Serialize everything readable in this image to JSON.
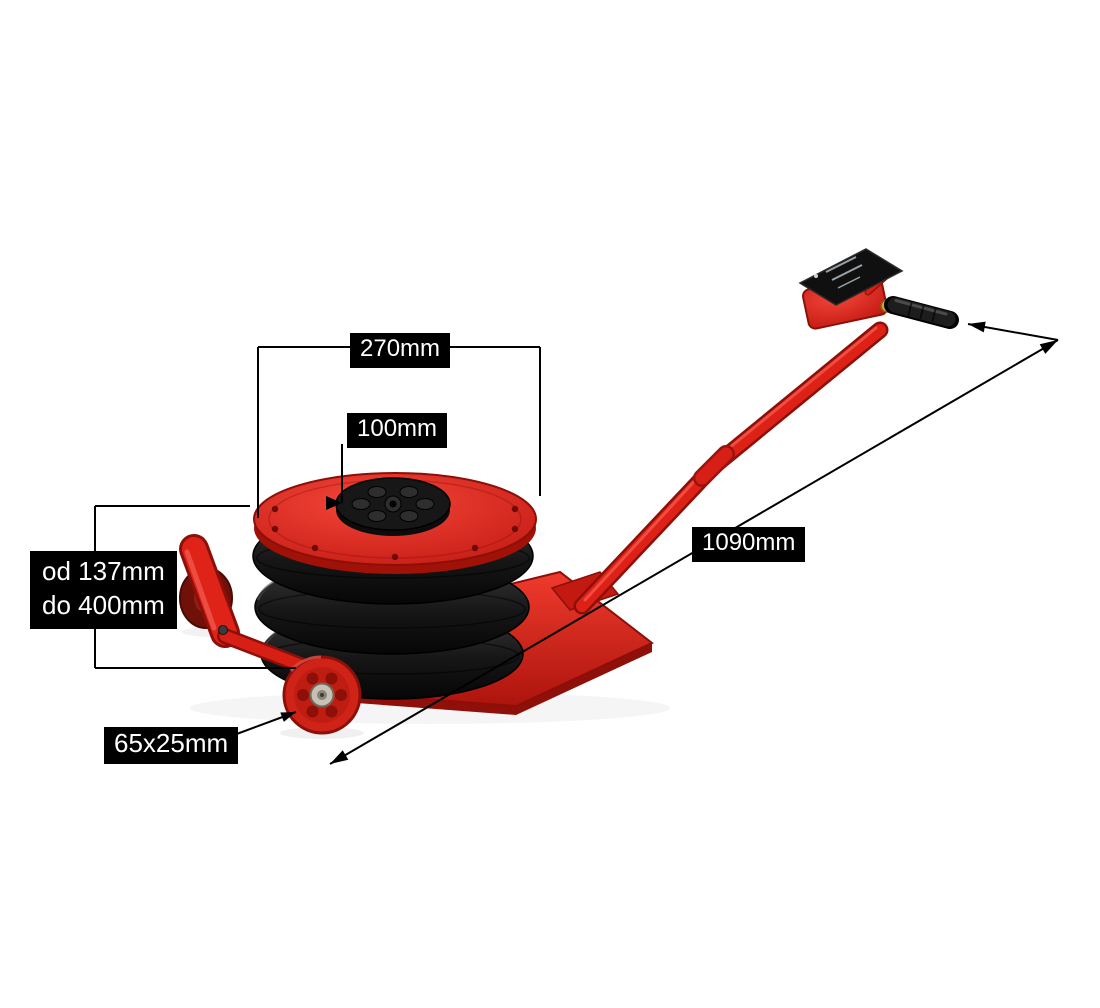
{
  "page": {
    "background": "#ffffff"
  },
  "product": {
    "colors": {
      "body_red": "#e02318",
      "dark_red": "#8c0f09",
      "bellows_black": "#161616",
      "label_background": "#000000",
      "label_text": "#ffffff"
    }
  },
  "dimensions": {
    "top_plate_width": "270mm",
    "pad_diameter": "100mm",
    "height_range_line1": "od 137mm",
    "height_range_line2": "do 400mm",
    "total_length": "1090mm",
    "wheel_size": "65x25mm"
  }
}
